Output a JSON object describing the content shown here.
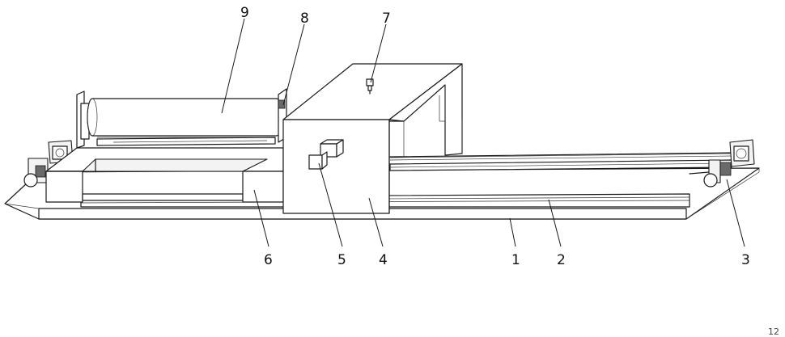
{
  "callouts": {
    "n1": "1",
    "n2": "2",
    "n3": "3",
    "n4": "4",
    "n5": "5",
    "n6": "6",
    "n7": "7",
    "n8": "8",
    "n9": "9"
  },
  "corner_label": "12"
}
